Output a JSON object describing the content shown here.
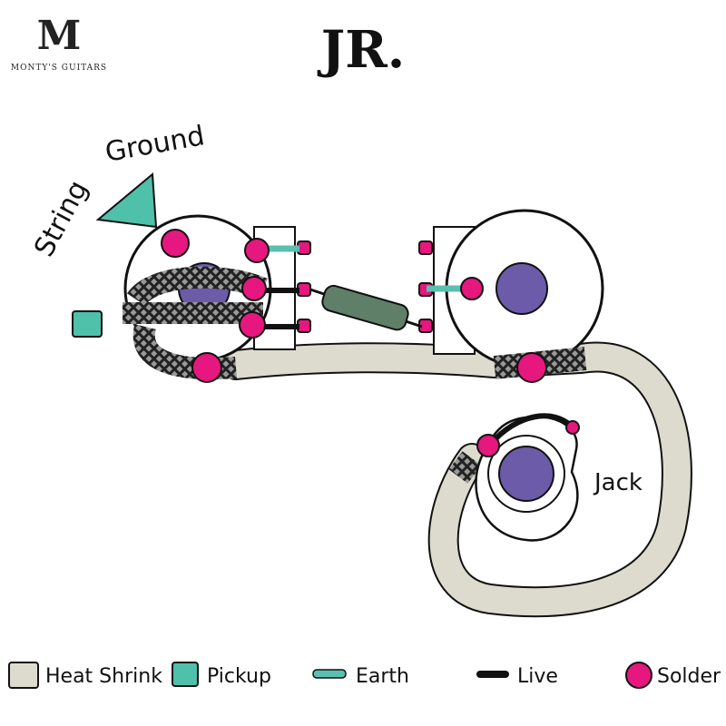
{
  "logo": {
    "mark": "M",
    "text": "MONTY'S GUITARS"
  },
  "title": "JR.",
  "labels": {
    "string_ground": [
      "String",
      "Ground"
    ],
    "jack": "Jack"
  },
  "colors": {
    "heat_shrink": "#dcdbce",
    "pickup": "#4fc0aa",
    "earth": "#5bbfb0",
    "live": "#111111",
    "solder": "#e6177f",
    "pot_shaft": "#6b5ba8",
    "capacitor": "#5f7f68",
    "braid": "#555555"
  },
  "legend": [
    {
      "key": "heat-shrink",
      "label": "Heat Shrink"
    },
    {
      "key": "pickup",
      "label": "Pickup"
    },
    {
      "key": "earth",
      "label": "Earth"
    },
    {
      "key": "live",
      "label": "Live"
    },
    {
      "key": "solder",
      "label": "Solder"
    }
  ]
}
